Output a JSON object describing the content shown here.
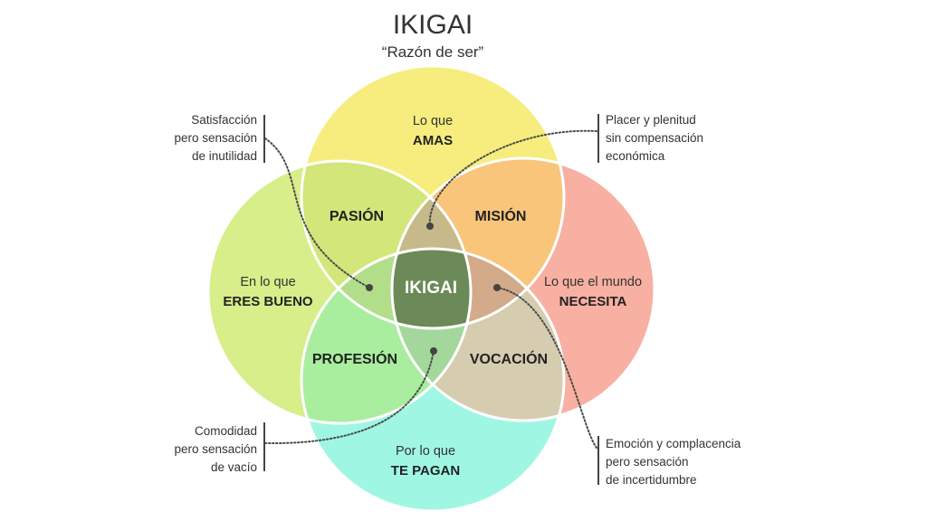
{
  "title": "IKIGAI",
  "subtitle": "“Razón de ser”",
  "circles": {
    "amas": {
      "line1": "Lo que",
      "line2": "AMAS",
      "color": "#f7ed7e"
    },
    "eres_bueno": {
      "line1": "En lo que",
      "line2": "ERES BUENO",
      "color": "#d8ee8a"
    },
    "necesita": {
      "line1": "Lo que el mundo",
      "line2": "NECESITA",
      "color": "#f8b0a2"
    },
    "te_pagan": {
      "line1": "Por lo que",
      "line2": "TE PAGAN",
      "color": "#9ff7e3"
    }
  },
  "regions": {
    "pasion": {
      "label": "PASIÓN",
      "color": "#d2e67a"
    },
    "mision": {
      "label": "MISIÓN",
      "color": "#f8c57a"
    },
    "profesion": {
      "label": "PROFESIÓN",
      "color": "#a8ee9e"
    },
    "vocacion": {
      "label": "VOCACIÓN",
      "color": "#d6ccb0"
    },
    "ikigai": {
      "label": "IKIGAI",
      "color": "#6b8a57"
    },
    "upper_lens_color": "#c6b98a",
    "lower_lens_color": "#a4d79c",
    "left_lens_color": "#b2de8a",
    "right_lens_color": "#d3aa8a"
  },
  "annotations": {
    "top_left": [
      "Satisfacción",
      "pero sensación",
      "de inutilidad"
    ],
    "top_right": [
      "Placer y plenitud",
      "sin compensación",
      "económica"
    ],
    "bottom_left": [
      "Comodidad",
      "pero sensación",
      "de vacío"
    ],
    "bottom_right": [
      "Emoción y complacencia",
      "pero sensación",
      "de incertidumbre"
    ]
  }
}
